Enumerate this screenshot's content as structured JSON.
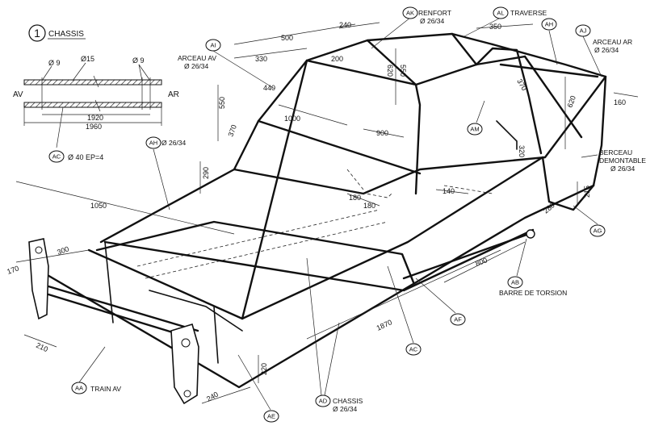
{
  "section_number": "1",
  "section_title": "CHASSIS",
  "tube_detail": {
    "left_side": "AV",
    "right_side": "AR",
    "dia_left": "Ø 9",
    "dia_mid": "Ø15",
    "dia_right": "Ø 9",
    "inner_length": "1920",
    "total_length": "1960",
    "spec": "Ø 40  EP=4"
  },
  "callouts": {
    "AK": {
      "code": "AK",
      "text": "RENFORT",
      "spec": "Ø 26/34"
    },
    "AL": {
      "code": "AL",
      "text": "TRAVERSE"
    },
    "AH_top": {
      "code": "AH"
    },
    "AJ": {
      "code": "AJ",
      "text": "ARCEAU AR",
      "spec": "Ø 26/34"
    },
    "AI": {
      "code": "AI",
      "text": "ARCEAU AV",
      "spec": "Ø 26/34"
    },
    "AH_left": {
      "code": "AH",
      "spec": "Ø 26/34"
    },
    "AC_detail": {
      "code": "AC"
    },
    "AM": {
      "code": "AM"
    },
    "berceau": {
      "text": "BERCEAU",
      "text2": "DEMONTABLE",
      "spec": "Ø 26/34"
    },
    "AG": {
      "code": "AG"
    },
    "AB": {
      "code": "AB",
      "text": "BARRE DE TORSION"
    },
    "AF": {
      "code": "AF"
    },
    "AC_bottom": {
      "code": "AC"
    },
    "AD": {
      "code": "AD",
      "text": "CHASSIS",
      "spec": "Ø 26/34"
    },
    "AE": {
      "code": "AE"
    },
    "AA": {
      "code": "AA",
      "text": "TRAIN AV"
    }
  },
  "dimensions": {
    "d240_top": "240",
    "d350": "350",
    "d500": "500",
    "d330": "330",
    "d200": "200",
    "d620": "620",
    "d550_roll": "550",
    "d370_top": "370",
    "d440": "440",
    "d550_left": "550",
    "d370_left": "370",
    "d1000": "1000",
    "d900": "900",
    "d620_right": "620",
    "d160": "160",
    "d320": "320",
    "d290": "290",
    "d1050": "1050",
    "d180a": "180",
    "d180b": "180",
    "d140": "140",
    "d215": "215",
    "d280": "280",
    "d300": "300",
    "d170": "170",
    "d800": "800",
    "d1870": "1870",
    "d210": "210",
    "d220": "220",
    "d240_bottom": "240"
  }
}
